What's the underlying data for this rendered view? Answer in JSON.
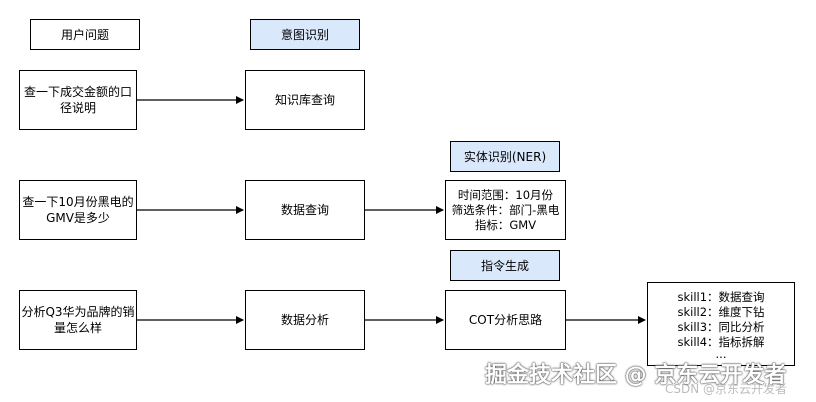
{
  "headers": {
    "user_question": "用户问题",
    "intent": "意图识别",
    "ner": "实体识别(NER)",
    "instruction": "指令生成"
  },
  "rows": [
    {
      "question": [
        "查一下成交金额的口",
        "径说明"
      ],
      "action": "知识库查询"
    },
    {
      "question": [
        "查一下10月份黑电的",
        "GMV是多少"
      ],
      "action": "数据查询",
      "result": [
        "时间范围：10月份",
        "筛选条件：部门-黑电",
        "指标：GMV"
      ]
    },
    {
      "question": [
        "分析Q3华为品牌的销",
        "量怎么样"
      ],
      "action": "数据分析",
      "result": [
        "COT分析思路"
      ],
      "skills": [
        "skill1：数据查询",
        "skill2：维度下钻",
        "skill3：同比分析",
        "skill4：指标拆解",
        "..."
      ]
    }
  ],
  "watermark": {
    "main": "掘金技术社区 @ 京东云开发者",
    "sub": "CSDN @京东云开发者"
  }
}
